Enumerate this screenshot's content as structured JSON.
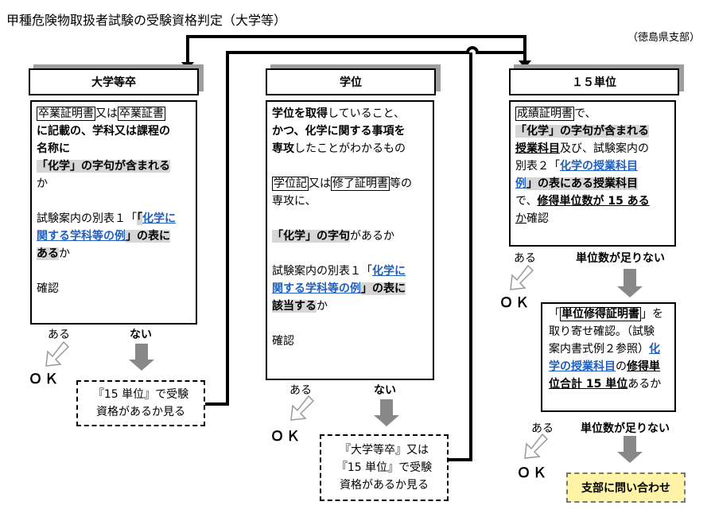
{
  "title": "甲種危険物取扱者試験の受験資格判定（大学等）",
  "branch": "（徳島県支部）",
  "heads": [
    "大学等卒",
    "学位",
    "１５単位"
  ],
  "col1": {
    "l1a": "卒業証明書",
    "l1b": "又は",
    "l1c": "卒業証書",
    "l2": "に記載の、学科又は課程の",
    "l3": "名称に",
    "l4": "「化学」の字句が含まれる",
    "l5": "か",
    "l6a": "試験案内の別表１「",
    "l6b": "化学に",
    "l7a": "関する学科等の例",
    "l7b": "」の表に",
    "l8a": "ある",
    "l8b": "か",
    "l9": "確認"
  },
  "col2": {
    "l1a": "学位を取得",
    "l1b": "していること、",
    "l2": "かつ、化学に関する事項を",
    "l3a": "専攻",
    "l3b": "したことがわかるもの",
    "l4a": "学位記",
    "l4b": "又は",
    "l4c": "修了証明書",
    "l4d": "等の",
    "l5": "専攻に、",
    "l6a": "「化学」の字句",
    "l6b": "があるか",
    "l7a": "試験案内の別表１「",
    "l7b": "化学に",
    "l8a": "関する学科等の例",
    "l8b": "」の表に",
    "l9a": "該当する",
    "l9b": "か",
    "l10": "確認"
  },
  "col3": {
    "l1a": "成績証明書",
    "l1b": "で、",
    "l2": "「化学」の字句が含まれる",
    "l3a": "授業科目",
    "l3b": "及び、試験案内の",
    "l4a": "別表２「",
    "l4b": "化学の授業科目",
    "l5a": "例",
    "l5b": "」の表にある授業科目",
    "l6a": "で、",
    "l6b": "修得単位数が 15 ある",
    "l7a": "か",
    "l7b": "確認"
  },
  "box4": {
    "l1a": "「",
    "l1b": "単位修得証明書",
    "l1c": "」を",
    "l2": "取り寄せ確認。（試験",
    "l3a": "案内書式例２参照）",
    "l3b": "化",
    "l4a": "学の授業科目",
    "l4b": "の",
    "l4c": "修得単",
    "l5a": "位合計 15 単位",
    "l5b": "あるか"
  },
  "dash1": [
    "『15 単位』で受験",
    "資格があるか見る"
  ],
  "dash2": [
    "『大学等卒』又は",
    "『15 単位』で受験",
    "資格があるか見る"
  ],
  "labels": {
    "aru": "ある",
    "nai": "ない",
    "ok": "ＯＫ",
    "tarinai": "単位数が足りない"
  },
  "contact": "支部に問い合わせ"
}
